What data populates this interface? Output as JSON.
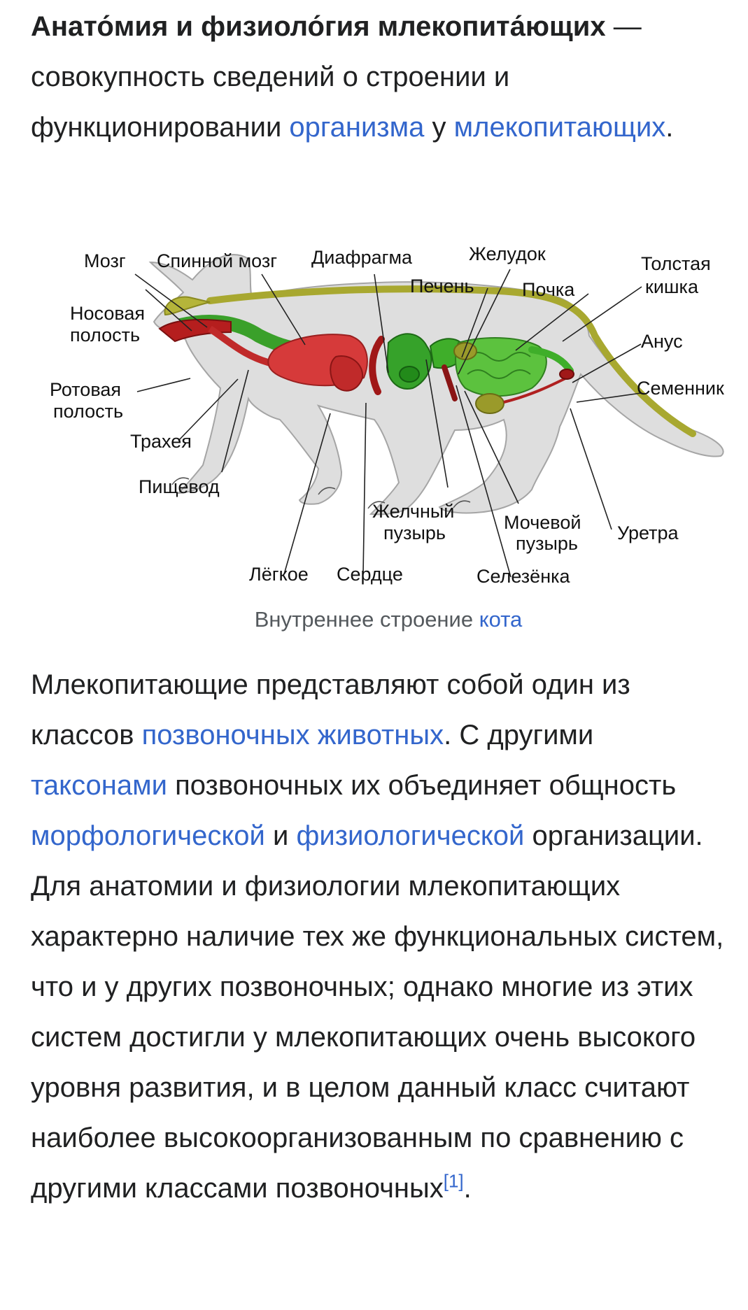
{
  "intro": {
    "term": "Анато́мия и физиоло́гия млекопита́ющих",
    "dash": " —",
    "text1": " совокупность сведений о строении и функционировании ",
    "link_organism": "организма",
    "text2": " у ",
    "link_mammals": "млекопитающих",
    "text3": "."
  },
  "figure": {
    "labels": {
      "brain": "Мозг",
      "spinal_cord": "Спинной мозг",
      "diaphragm": "Диафрагма",
      "stomach": "Желудок",
      "large_intestine_1": "Толстая",
      "large_intestine_2": "кишка",
      "liver": "Печень",
      "kidney": "Почка",
      "nasal_1": "Носовая",
      "nasal_2": "полость",
      "anus": "Анус",
      "oral_1": "Ротовая",
      "oral_2": "полость",
      "testis": "Семенник",
      "trachea": "Трахея",
      "esophagus": "Пищевод",
      "gallbladder_1": "Желчный",
      "gallbladder_2": "пузырь",
      "bladder_1": "Мочевой",
      "bladder_2": "пузырь",
      "urethra": "Уретра",
      "lung": "Лёгкое",
      "heart": "Сердце",
      "spleen": "Селезёнка"
    },
    "caption_text": "Внутреннее строение ",
    "caption_link": "кота"
  },
  "body": {
    "t1": "Млекопитающие представляют собой один из классов ",
    "link_vertebrates": "позвоночных животных",
    "t2": ". С другими ",
    "link_taxa": "таксонами",
    "t3": " позвоночных их объединяет общность ",
    "link_morph": "морфологической",
    "t4": " и ",
    "link_phys": "физиологической",
    "t5": " организации. Для анатомии и физиологии млекопитающих характерно наличие тех же функциональных систем, что и у других позвоночных; однако многие из этих систем достигли у млекопитающих очень высокого уровня развития, и в целом данный класс считают наиболее высокоорганизованным по сравнению с другими классами позвоночных",
    "ref": "[1]",
    "t6": "."
  },
  "colors": {
    "link": "#3366cc",
    "text": "#202122",
    "caption": "#54595d",
    "body_gray": "#dcdcdc",
    "nerve": "#a8a830",
    "organ_red": "#d63a3a",
    "organ_green": "#3fae2a"
  }
}
